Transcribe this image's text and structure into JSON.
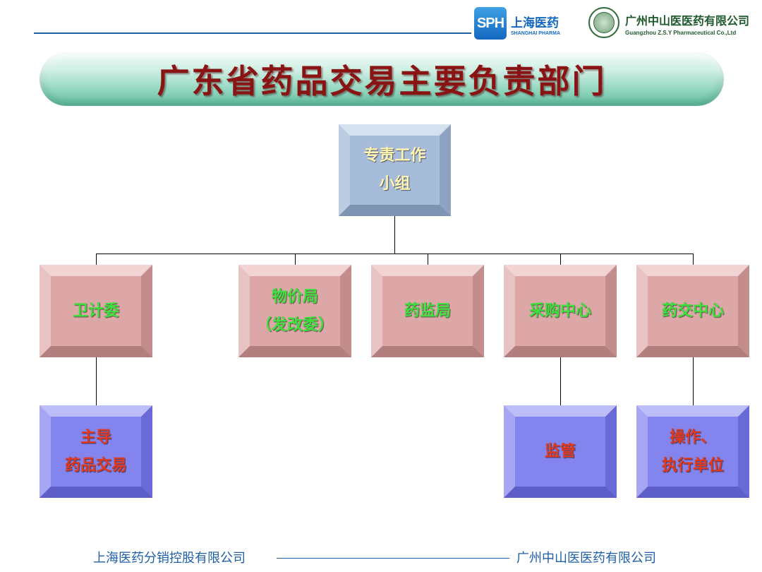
{
  "header": {
    "sph_mark": "SPH",
    "sph_name": "上海医药",
    "sph_name_en": "SHANGHAI PHARMA",
    "zsy_name": "广州中山医医药有限公司",
    "zsy_name_en": "Guangzhou Z.S.Y Pharmaceutical Co.,Ltd"
  },
  "title": "广东省药品交易主要负责部门",
  "org_chart": {
    "root": {
      "line1": "专责工作",
      "line2": "小组"
    },
    "departments": [
      {
        "line1": "卫计委",
        "line2": ""
      },
      {
        "line1": "物价局",
        "line2": "（发改委）"
      },
      {
        "line1": "药监局",
        "line2": ""
      },
      {
        "line1": "采购中心",
        "line2": ""
      },
      {
        "line1": "药交中心",
        "line2": ""
      }
    ],
    "roles": [
      {
        "line1": "主导",
        "line2": "药品交易"
      },
      {
        "line1": "监管",
        "line2": ""
      },
      {
        "line1": "操作、",
        "line2": "执行单位"
      }
    ]
  },
  "footer": {
    "left": "上海医药分销控股有限公司",
    "right": "广州中山医医药有限公司"
  },
  "colors": {
    "title": "#8a1414",
    "root_box": "#a7bcd9",
    "department_box": "#dda7a7",
    "role_box": "#8484ee",
    "department_text": "#3ee03e",
    "role_text": "#e33a1e",
    "root_text": "#fff4b0",
    "brand_blue": "#1f5fa8"
  }
}
